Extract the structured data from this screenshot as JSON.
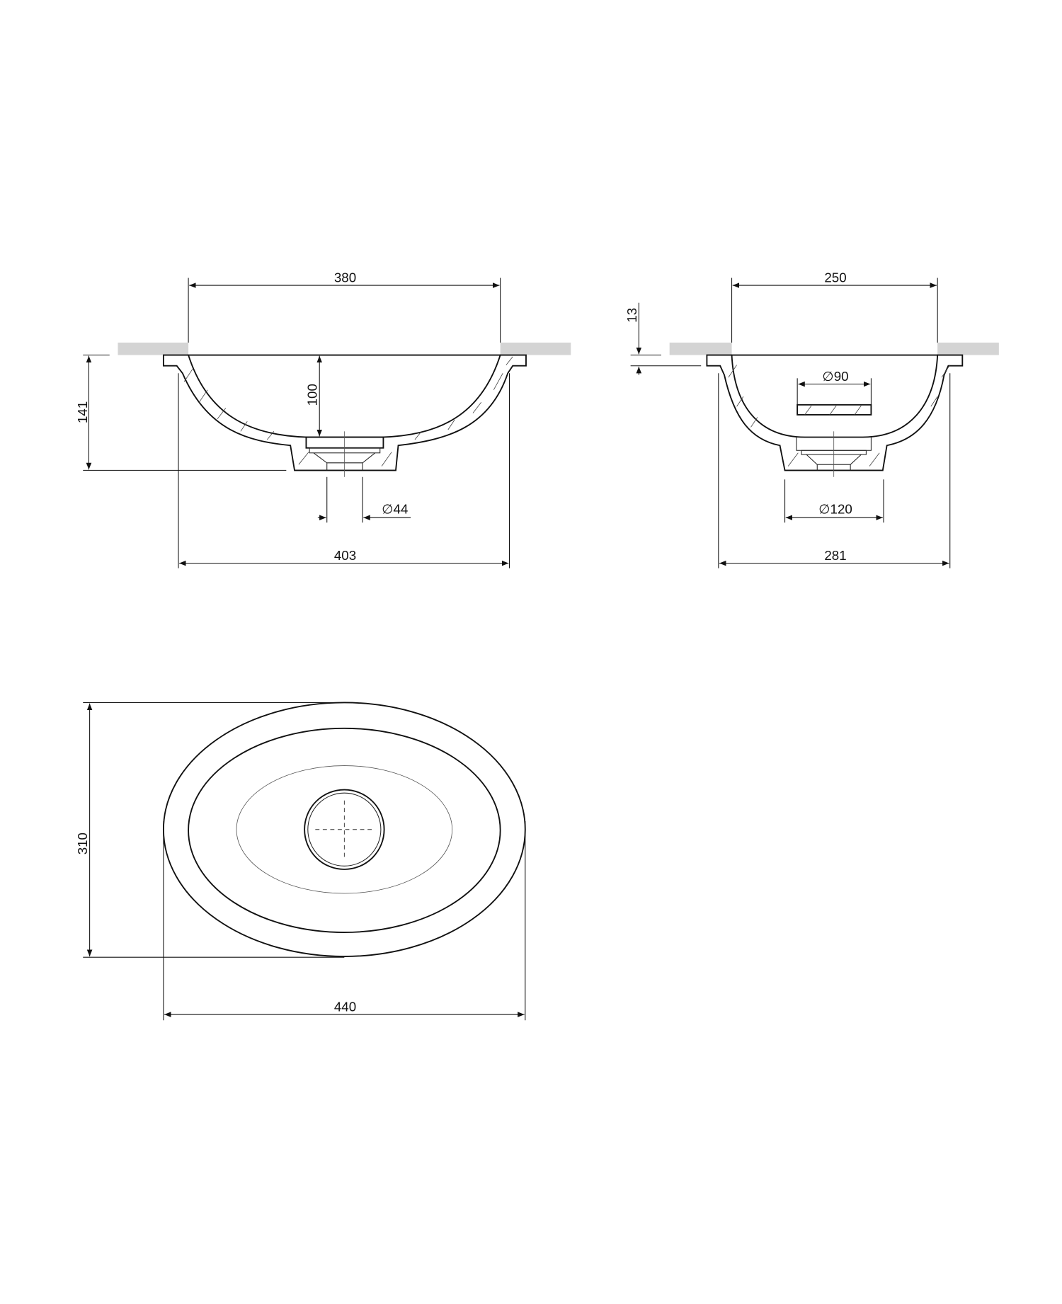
{
  "front_view": {
    "width_inner": "380",
    "depth_bowl": "100",
    "height_total": "141",
    "drain_diameter": "∕44",
    "width_outer": "403"
  },
  "side_view": {
    "width_inner": "250",
    "flange_thickness": "13",
    "overflow_diameter": "∕90",
    "base_diameter": "∕120",
    "width_outer": "281"
  },
  "top_view": {
    "depth": "310",
    "width": "440"
  },
  "colors": {
    "countertop": "#d4d4d4",
    "lines": "#111111"
  }
}
